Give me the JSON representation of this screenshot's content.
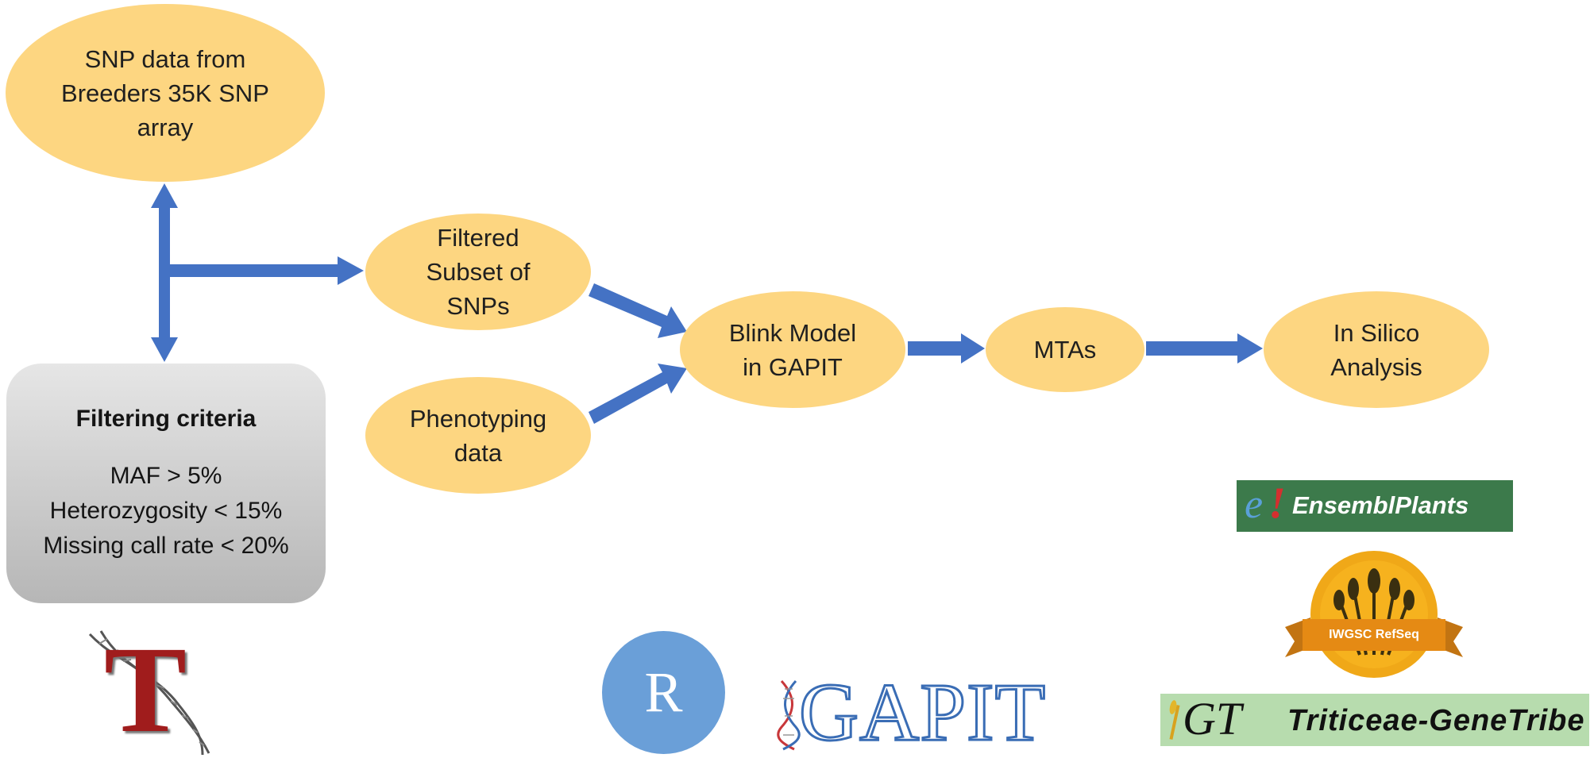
{
  "nodes": {
    "snp_data": "SNP data from\nBreeders 35K SNP\narray",
    "filtered_subset": "Filtered\nSubset of\nSNPs",
    "phenotyping": "Phenotyping\ndata",
    "blink_model": "Blink Model\nin GAPIT",
    "mtas": "MTAs",
    "in_silico": "In Silico\nAnalysis"
  },
  "filtering": {
    "title": "Filtering criteria",
    "criteria": "MAF > 5%\nHeterozygosity < 15%\nMissing call rate < 20%"
  },
  "logos": {
    "tassel_letter": "T",
    "r_letter": "R",
    "gapit": "GAPIT",
    "ensembl": "EnsemblPlants",
    "iwgsc": "IWGSC RefSeq",
    "tgt_mark": "GT",
    "triticeae": "Triticeae-GeneTribe"
  },
  "colors": {
    "node_fill": "#fdd681",
    "arrow": "#4472c4",
    "ensembl_bg": "#3c7a4b",
    "gapit_blue": "#3a6db5",
    "r_circle": "#6a9fd8",
    "tassel_red": "#a01c1c",
    "triticeae_bg": "#b7dcae"
  }
}
